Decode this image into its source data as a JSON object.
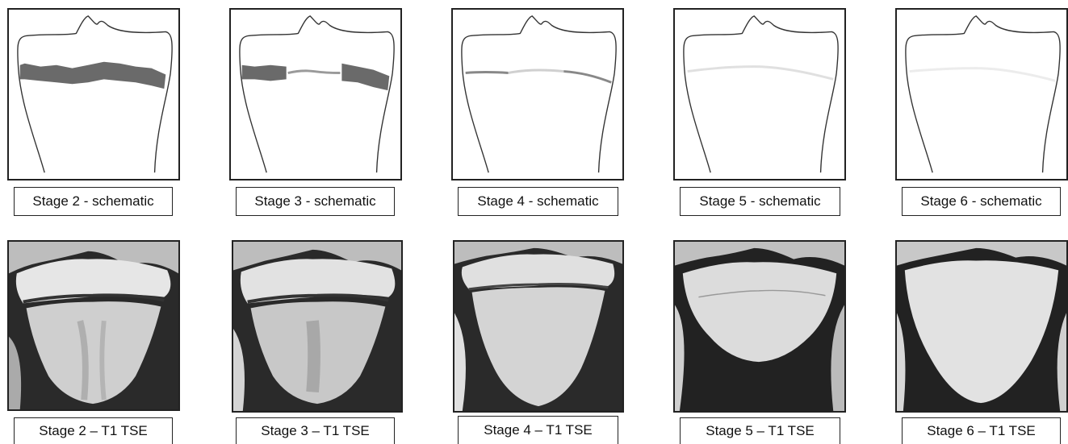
{
  "figure": {
    "schematic_row": [
      {
        "label": "Stage 2 - schematic"
      },
      {
        "label": "Stage 3 - schematic"
      },
      {
        "label": "Stage 4 - schematic"
      },
      {
        "label": "Stage 5 - schematic"
      },
      {
        "label": "Stage 6 - schematic"
      }
    ],
    "mri_row": [
      {
        "label": "Stage 2 – T1 TSE"
      },
      {
        "label": "Stage 3 – T1 TSE"
      },
      {
        "label": "Stage 4 – T1 TSE"
      },
      {
        "label": "Stage 5 – T1 TSE"
      },
      {
        "label": "Stage 6 – T1 TSE"
      }
    ]
  }
}
